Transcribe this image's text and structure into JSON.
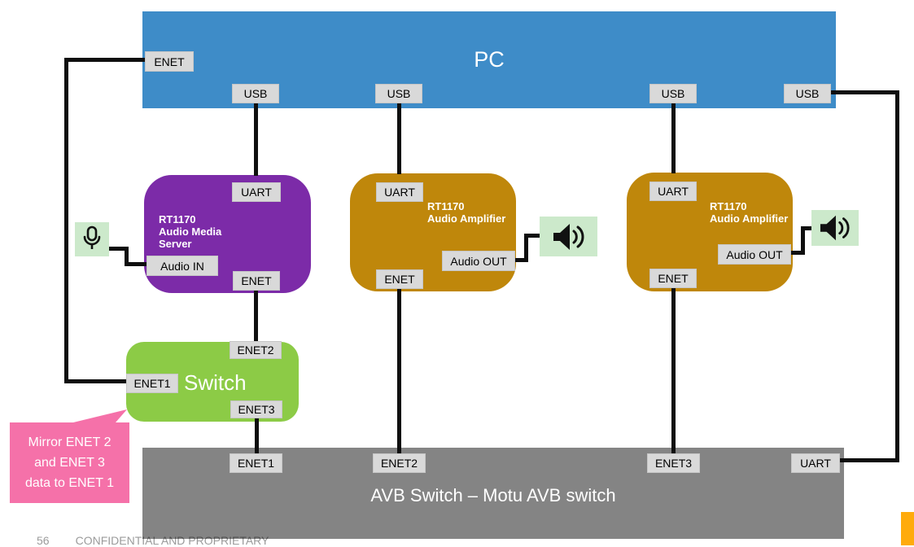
{
  "diagram": {
    "pc": {
      "title": "PC",
      "ports": {
        "enet": "ENET",
        "usb1": "USB",
        "usb2": "USB",
        "usb3": "USB",
        "usb4": "USB"
      }
    },
    "media_server": {
      "line1": "RT1170",
      "line2": "Audio Media",
      "line3": "Server",
      "ports": {
        "uart": "UART",
        "audio_in": "Audio IN",
        "enet": "ENET"
      }
    },
    "amp1": {
      "line1": "RT1170",
      "line2": "Audio Amplifier",
      "ports": {
        "uart": "UART",
        "audio_out": "Audio OUT",
        "enet": "ENET"
      }
    },
    "amp2": {
      "line1": "RT1170",
      "line2": "Audio Amplifier",
      "ports": {
        "uart": "UART",
        "audio_out": "Audio OUT",
        "enet": "ENET"
      }
    },
    "switch": {
      "title": "Switch",
      "ports": {
        "enet1": "ENET1",
        "enet2": "ENET2",
        "enet3": "ENET3"
      }
    },
    "avb_switch": {
      "title": "AVB Switch – Motu AVB switch",
      "ports": {
        "enet1": "ENET1",
        "enet2": "ENET2",
        "enet3": "ENET3",
        "uart": "UART"
      }
    },
    "callout": {
      "line1": "Mirror ENET 2",
      "line2": "and ENET 3",
      "line3": "data to ENET 1"
    },
    "icons": {
      "microphone": "microphone-icon",
      "speaker": "speaker-icon"
    }
  },
  "footer": {
    "page_number": "56",
    "text": "CONFIDENTIAL AND PROPRIETARY"
  },
  "colors": {
    "pc_blue": "#3e8cc8",
    "mcu_purple": "#7c2ba8",
    "mcu_gold": "#bf870b",
    "switch_green": "#8ccb46",
    "avb_gray": "#848484",
    "icon_green": "#cce9cb",
    "callout_pink": "#f571a9",
    "port_gray": "#d9d9d9",
    "accent_orange": "#ffab0c",
    "wire_black": "#0f0f0f"
  }
}
